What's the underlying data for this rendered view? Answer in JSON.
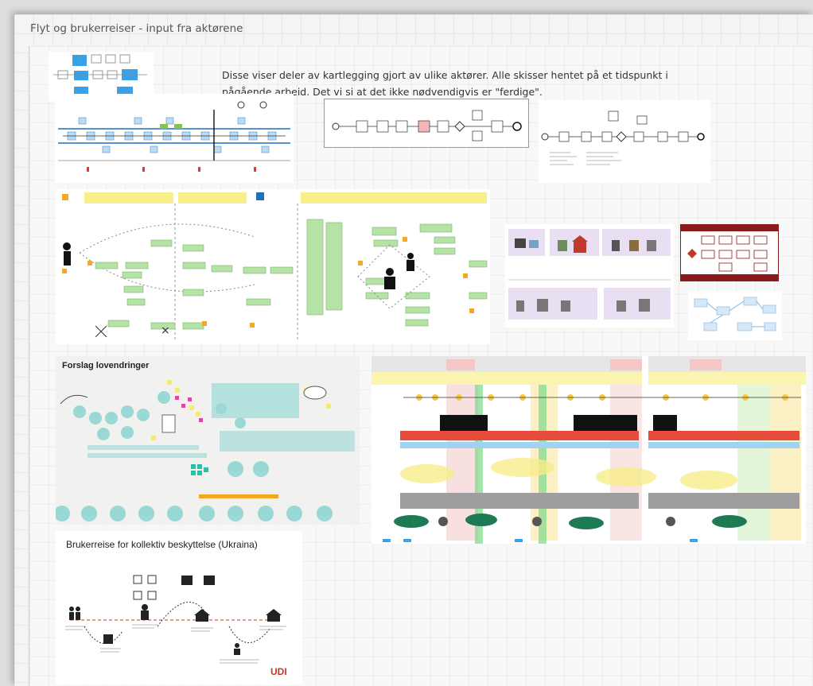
{
  "board": {
    "frame_title": "Flyt og brukerreiser - input fra aktørene",
    "description": "Disse viser deler av kartlegging gjort av ulike aktører. Alle skisser hentet på et tidspunkt i pågående arbeid. Det vi si at det ikke nødvendigvis er \"ferdige\"."
  },
  "cards": {
    "lovendringer_title": "Forslag lovendringer",
    "ukraina_title": "Brukerreise for kollektiv beskyttelse (Ukraina)",
    "udi_logo": "UDI"
  },
  "colors": {
    "accent_blue": "#3aa0e8",
    "green_box": "#b5e3a6",
    "yellow_header": "#f7f08a",
    "teal_node": "#9ad8d6",
    "udi_red": "#c0392b"
  }
}
